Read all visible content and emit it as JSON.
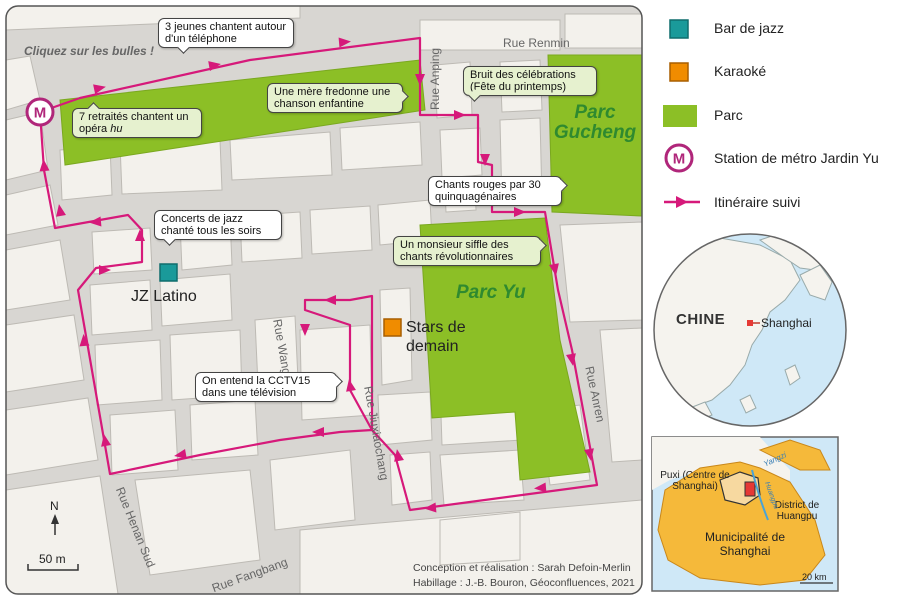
{
  "hint": "Cliquez sur les bulles !",
  "streets": {
    "renmin": "Rue Renmin",
    "anping": "Rue Anping",
    "wangyi": "Rue Wangyi",
    "jiuxiaochang": "Rue Jiuxiaochang",
    "anren": "Rue Anren",
    "henan_sud": "Rue Henan Sud",
    "fangbang": "Rue Fangbang"
  },
  "parks": {
    "gucheng": "Parc Gucheng",
    "yu": "Parc Yu"
  },
  "pois": {
    "jz_latino": "JZ Latino",
    "stars": "Stars de demain"
  },
  "bubbles": {
    "jeunes": "3 jeunes chantent autour d'un téléphone",
    "retraites": "7 retraités chantent un opéra ",
    "retraites_em": "hu",
    "mere": "Une mère fredonne une chanson enfantine",
    "bruit": "Bruit des célébrations (Fête du printemps)",
    "chants_rouges": "Chants rouges par 30 quinquagénaires",
    "jazz": "Concerts de jazz chanté tous les soirs",
    "monsieur": "Un monsieur siffle des chants révolutionnaires",
    "cctv": "On entend la CCTV15 dans une télévision"
  },
  "scale": {
    "north": "N",
    "label": "50 m"
  },
  "credits": {
    "line1": "Conception et réalisation : Sarah Defoin-Merlin",
    "line2": "Habillage : J.-B. Bouron, Géoconfluences, 2021"
  },
  "legend": {
    "jazz_bar": "Bar de jazz",
    "karaoke": "Karaoké",
    "parc": "Parc",
    "metro": "Station de métro Jardin Yu",
    "route": "Itinéraire suivi"
  },
  "globe": {
    "country": "CHINE",
    "city": "Shanghai"
  },
  "inset": {
    "puxi": "Puxi (Centre de Shanghai)",
    "huangpu": "District de Huangpu",
    "municipality": "Municipalité de Shanghai",
    "yangzi": "Yangzi",
    "river": "Huangpu",
    "scale": "20 km"
  },
  "colors": {
    "route": "#d6197a",
    "park": "#8cbf26",
    "jazz": "#1a9a9a",
    "karaoke": "#f08c00",
    "metro": "#b0267a",
    "water": "#cfe8f7",
    "land": "#f5f3ee",
    "municipality": "#f5b93a"
  }
}
